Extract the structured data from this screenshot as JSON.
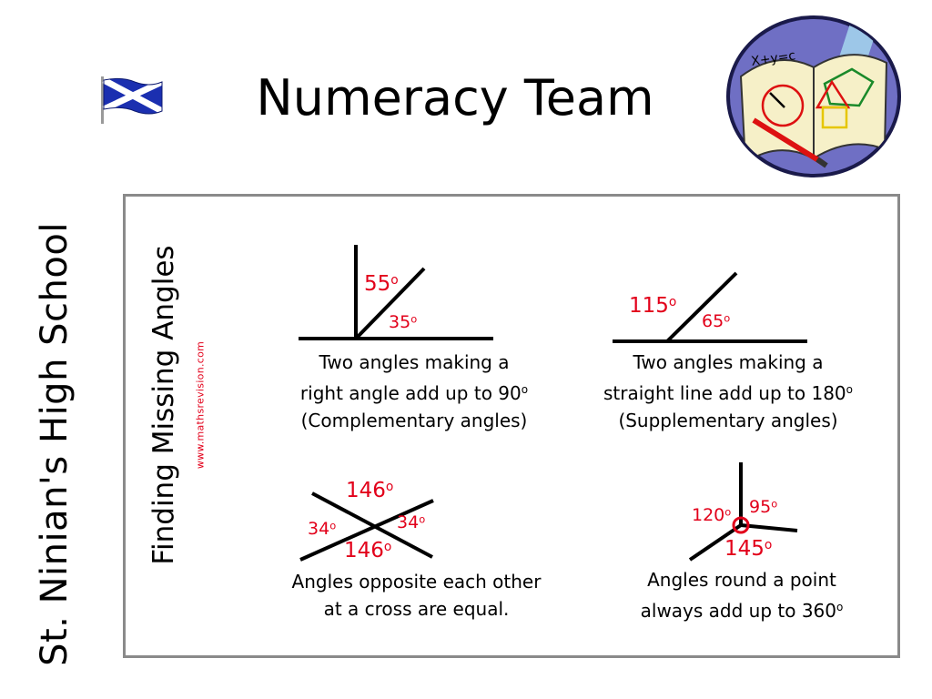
{
  "header": {
    "title": "Numeracy Team",
    "flag_icon": "scottish-saltire-flag",
    "logo_icon": "maths-book-logo"
  },
  "side_title": "St. Ninian's High School",
  "topic": {
    "title": "Finding Missing Angles",
    "source": "www.mathsrevision.com"
  },
  "colors": {
    "angle_text": "#e2001a",
    "panel_border": "#8a8a8a",
    "lines": "#000000"
  },
  "diagrams": {
    "complementary": {
      "angle_a": "55",
      "angle_b": "35",
      "unit": "o",
      "caption": [
        "Two angles making a",
        "right angle add up to 90",
        "(Complementary angles)"
      ],
      "caption_degree": "o"
    },
    "supplementary": {
      "angle_a": "115",
      "angle_b": "65",
      "unit": "o",
      "caption": [
        "Two angles making a",
        "straight line add up to 180",
        "(Supplementary angles)"
      ],
      "caption_degree": "o"
    },
    "vertical": {
      "angle_top": "146",
      "angle_bottom": "146",
      "angle_left": "34",
      "angle_right": "34",
      "unit": "o",
      "caption": [
        "Angles opposite each other",
        "at a cross are equal."
      ]
    },
    "point": {
      "angle_a": "120",
      "angle_b": "95",
      "angle_c": "145",
      "unit": "o",
      "caption": [
        "Angles round a point",
        "always add up to 360"
      ],
      "caption_degree": "o"
    }
  }
}
